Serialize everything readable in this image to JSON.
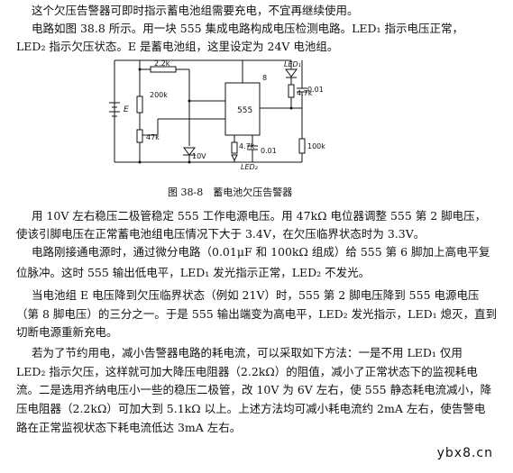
{
  "intro": {
    "l1": "这个欠压告警器可即时指示蓄电池组需要充电，不宜再继续使用。",
    "l2": "电路如图 38.8 所示。用一块 555 集成电路构成电压检测电路。LED₁ 指示电压正常，",
    "l3": "LED₂ 指示欠压状态。E 是蓄电池组，这里设定为 24V 电池组。"
  },
  "figure": {
    "labels": {
      "battery": "E",
      "r_top": "2.2k",
      "pot": "200k",
      "r47": "47k",
      "zener": "10V",
      "r47k_led": "4.7k",
      "r47k_bot": "4.7k",
      "chip": "555",
      "c_right": "0.01",
      "c_bot": "0.01",
      "r100k": "100k",
      "led1": "LED₁",
      "led2": "LED₂",
      "pin8": "8"
    },
    "caption": "图 38-8　蓄电池欠压告警器"
  },
  "body": {
    "l1": "用 10V 左右稳压二极管稳定 555 工作电源电压。用 47kΩ 电位器调整 555 第 2 脚电压，",
    "l2": "使该引脚电压在正常蓄电池组电压情况下大于 3.4V，在欠压临界状态时为 3.3V。",
    "l3": "电路刚接通电源时，通过微分电路（0.01μF 和 100kΩ 组成）给 555 第 6 脚加上高电平复",
    "l4": "位脉冲。这时 555 输出低电平，LED₁ 发光指示正常，LED₂ 不发光。",
    "l5": "当电池组 E 电压降到欠压临界状态（例如 21V）时，555 第 2 脚电压降到 555 电源电压",
    "l6": "（第 8 脚电压）的三分之一。于是 555 输出端变为高电平，LED₂ 发光指示，LED₁ 熄灭，直到",
    "l7": "切断电源重新充电。",
    "l8": "若为了节约用电，减小告警器电路的耗电流，可以采取如下方法：一是不用 LED₁ 仅用",
    "l9": "LED₂ 指示欠压，这样就可加大降压电阻器（2.2kΩ）的阻值，减小了正常状态下的监视耗电",
    "l10": "流。二是选用齐纳电压小一些的稳压二极管，改 10V 为 6V 左右，使 555 静态耗电流减小，降",
    "l11": "压电阻器（2.2kΩ）可加大到 5.1kΩ 以上。上述方法均可减小耗电流约 2mA 左右，使告警电",
    "l12": "路在正常监视状态下耗电流低达 3mA 左右。"
  },
  "watermark": "ybx8.cn"
}
